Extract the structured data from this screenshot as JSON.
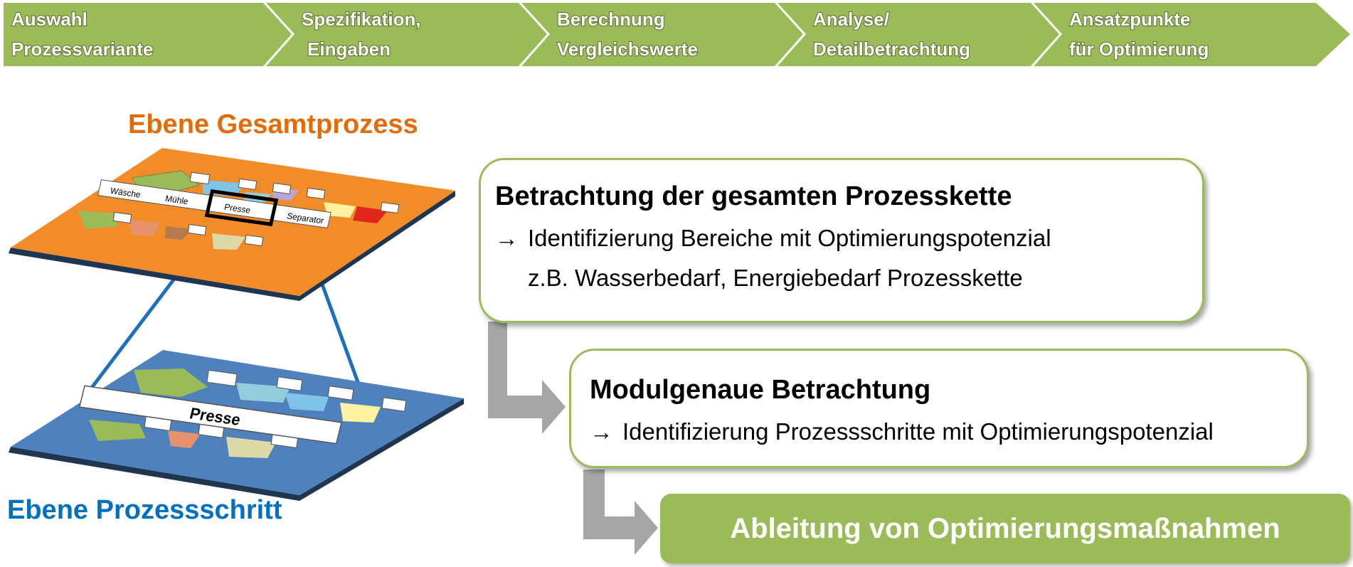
{
  "process_steps": [
    {
      "line1": "Auswahl",
      "line2": "Prozessvariante"
    },
    {
      "line1": "Spezifikation,",
      "line2": "Eingaben"
    },
    {
      "line1": "Berechnung",
      "line2": "Vergleichswerte"
    },
    {
      "line1": "Analyse/",
      "line2": "Detailbetrachtung"
    },
    {
      "line1": "Ansatzpunkte",
      "line2": "für Optimierung"
    }
  ],
  "layers": {
    "top_title": "Ebene Gesamtprozess",
    "bottom_title": "Ebene Prozessschritt",
    "top_modules": {
      "waesche": "Wäsche",
      "muehle": "Mühle",
      "presse": "Presse",
      "separator": "Separator"
    },
    "bottom_module": "Presse"
  },
  "boxes": {
    "box1": {
      "title": "Betrachtung der gesamten Prozesskette",
      "line1": "Identifizierung Bereiche mit Optimierungspotenzial",
      "line2": "z.B. Wasserbedarf, Energiebedarf Prozesskette"
    },
    "box2": {
      "title": "Modulgenaue Betrachtung",
      "line1": "Identifizierung Prozessschritte mit Optimierungspotenzial"
    },
    "result": "Ableitung von Optimierungsmaßnahmen"
  },
  "arrow_symbol": "→",
  "colors": {
    "green": "#9bbb59",
    "orange": "#f28c28",
    "orange_title": "#e36c09",
    "blue_plane": "#4f81bd",
    "blue_title": "#0070c0",
    "gray_arrow": "#a6a6a6"
  }
}
